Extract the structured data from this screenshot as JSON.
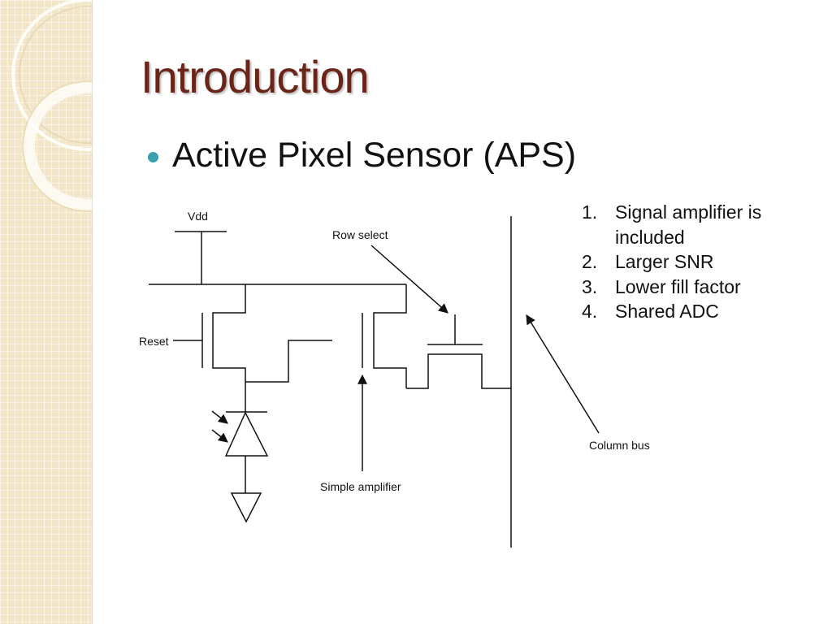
{
  "slide": {
    "title": "Introduction",
    "bullet": "Active Pixel Sensor (APS)",
    "features": [
      {
        "num": "1.",
        "text": "Signal amplifier is included"
      },
      {
        "num": "2.",
        "text": "Larger SNR"
      },
      {
        "num": "3.",
        "text": "Lower fill factor"
      },
      {
        "num": "4.",
        "text": "Shared ADC"
      }
    ]
  },
  "diagram": {
    "labels": {
      "vdd": "Vdd",
      "row_select": "Row select",
      "reset": "Reset",
      "simple_amplifier": "Simple amplifier",
      "column_bus": "Column bus"
    }
  },
  "colors": {
    "title": "#6b2418",
    "bullet": "#3b9fb2",
    "side_panel": "#f3e6c8"
  }
}
